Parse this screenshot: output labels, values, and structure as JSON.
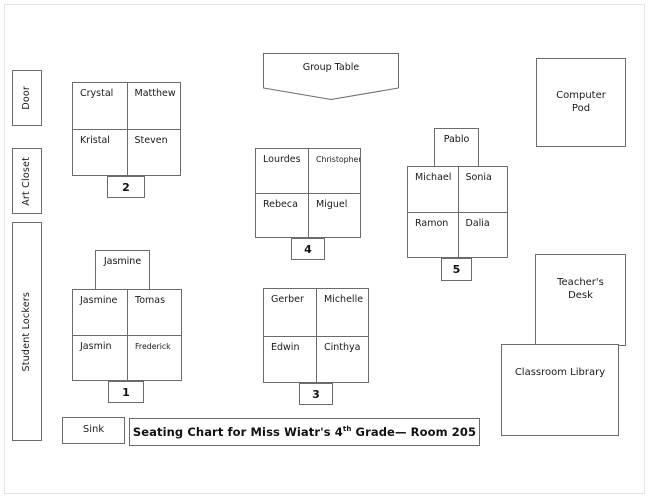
{
  "document": {
    "title_prefix": "Seating Chart for Miss Wiatr's 4",
    "title_ordinal": "th",
    "title_suffix": " Grade— Room 205",
    "full_title": "Seating Chart for Miss Wiatr's 4th Grade— Room 205"
  },
  "room_features": {
    "door": "Door",
    "art_closet": "Art Closet",
    "student_lockers": "Student Lockers",
    "sink": "Sink",
    "group_table": "Group Table",
    "computer_pod": "Computer\nPod",
    "computer_pod_line1": "Computer",
    "computer_pod_line2": "Pod",
    "teachers_desk_line1": "Teacher's",
    "teachers_desk_line2": "Desk",
    "classroom_library": "Classroom Library"
  },
  "tables": [
    {
      "number": "1",
      "head_seat": "Jasmine",
      "seats": {
        "top_left": "Jasmine",
        "top_right": "Tomas",
        "bottom_left": "Jasmin",
        "bottom_right": "Frederick"
      }
    },
    {
      "number": "2",
      "head_seat": null,
      "seats": {
        "top_left": "Crystal",
        "top_right": "Matthew",
        "bottom_left": "Kristal",
        "bottom_right": "Steven"
      }
    },
    {
      "number": "3",
      "head_seat": null,
      "seats": {
        "top_left": "Gerber",
        "top_right": "Michelle",
        "bottom_left": "Edwin",
        "bottom_right": "Cinthya"
      }
    },
    {
      "number": "4",
      "head_seat": null,
      "seats": {
        "top_left": "Lourdes",
        "top_right": "Christopher",
        "bottom_left": "Rebeca",
        "bottom_right": "Miguel"
      }
    },
    {
      "number": "5",
      "head_seat": "Pablo",
      "seats": {
        "top_left": "Michael",
        "top_right": "Sonia",
        "bottom_left": "Ramon",
        "bottom_right": "Dalia"
      }
    }
  ],
  "colors": {
    "stroke": "#6b6b6b",
    "text": "#1a1a1a",
    "background": "#ffffff",
    "frame": "#e2e2e2"
  }
}
